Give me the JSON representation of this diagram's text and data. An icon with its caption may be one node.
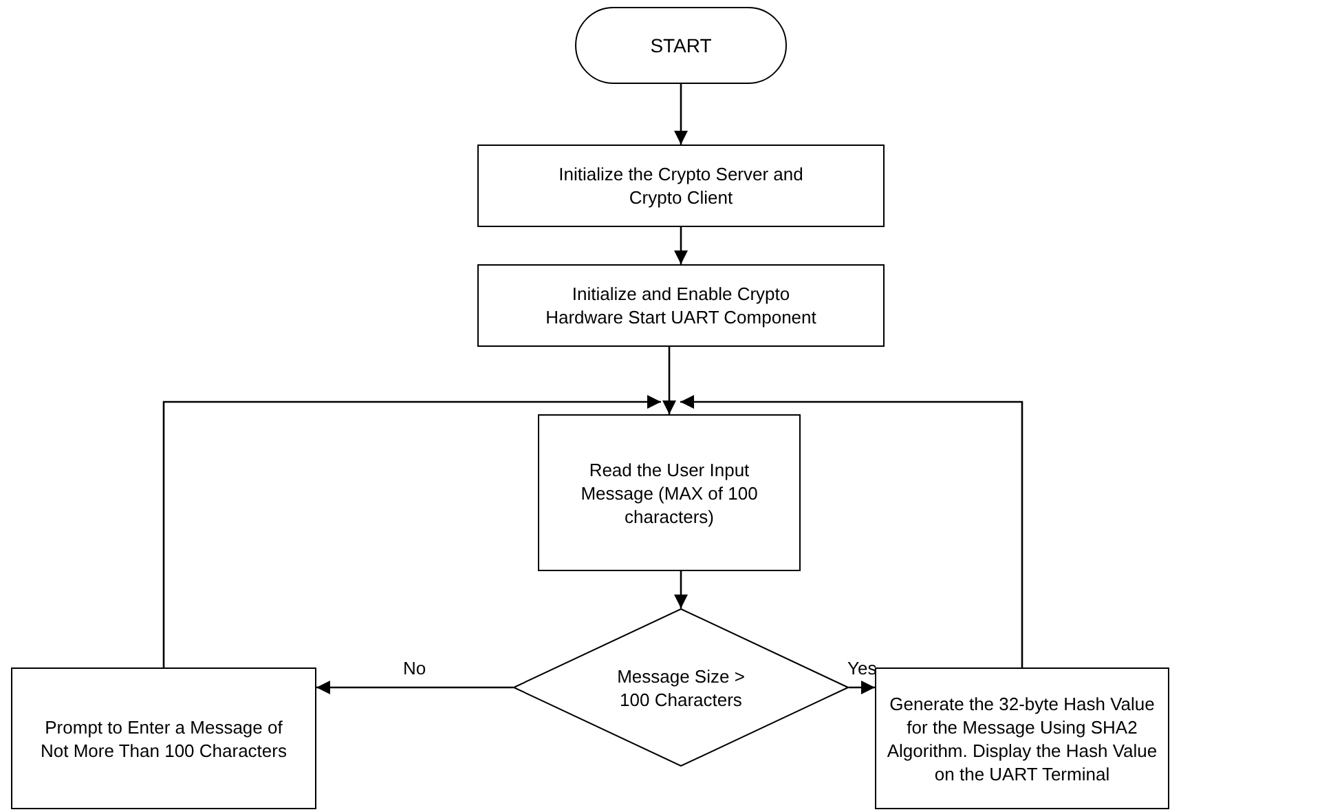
{
  "diagram": {
    "nodes": [
      {
        "text": [
          "START"
        ]
      },
      {
        "text": [
          "Initialize the Crypto Server and Crypto Client"
        ]
      },
      {
        "text": [
          "Initialize and Enable Crypto Hardware Start UART Component"
        ]
      },
      {
        "text": [
          "Read the User Input Message (MAX of 100 characters)"
        ]
      },
      {
        "text": [
          "Message Size > 100 Characters"
        ]
      },
      {
        "text": [
          "Prompt to Enter a Message of Not More Than 100 Characters"
        ]
      },
      {
        "text": [
          "Generate the 32-byte Hash Value for the Message Using SHA2 Algorithm. Display the Hash Value on the UART Terminal"
        ]
      }
    ],
    "edges": [
      {
        "from": 0,
        "to": 1,
        "arrow": "to"
      },
      {
        "from": 1,
        "to": 2,
        "arrow": "to"
      },
      {
        "from": 2,
        "to": 3,
        "arrow": "to"
      },
      {
        "from": 3,
        "to": 4,
        "arrow": "to"
      },
      {
        "from": 4,
        "to": 5,
        "arrow": "to",
        "label": "No"
      },
      {
        "from": 4,
        "to": 6,
        "arrow": "to",
        "label": "Yes"
      },
      {
        "from": 5,
        "to": 3,
        "arrow": "to"
      },
      {
        "from": 6,
        "to": 3,
        "arrow": "to"
      }
    ]
  }
}
